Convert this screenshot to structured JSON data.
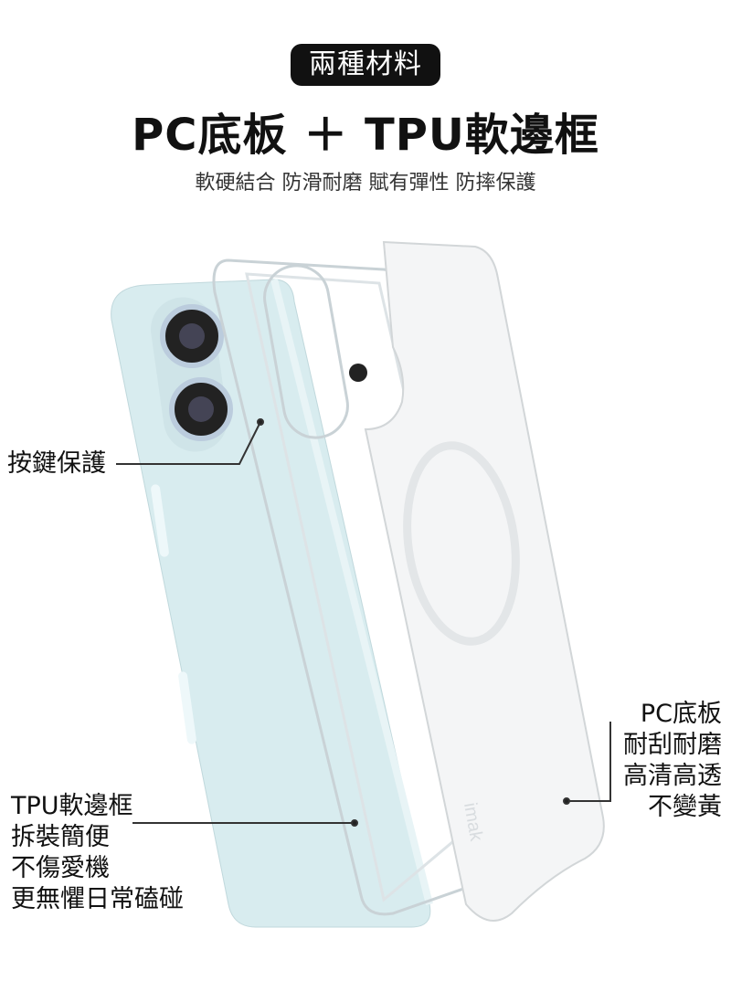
{
  "header": {
    "badge": "兩種材料",
    "title": "PC底板 ＋ TPU軟邊框",
    "subtitle": "軟硬結合 防滑耐磨 賦有彈性 防摔保護"
  },
  "callouts": {
    "buttons": "按鍵保護",
    "pc": [
      "PC底板",
      "耐刮耐磨",
      "高清高透",
      "不變黃"
    ],
    "tpu": [
      "TPU軟邊框",
      "拆裝簡便",
      "不傷愛機",
      "更無懼日常磕碰"
    ]
  },
  "logo": "imak",
  "colors": {
    "phone": "#d8ecef",
    "line": "#333333"
  }
}
